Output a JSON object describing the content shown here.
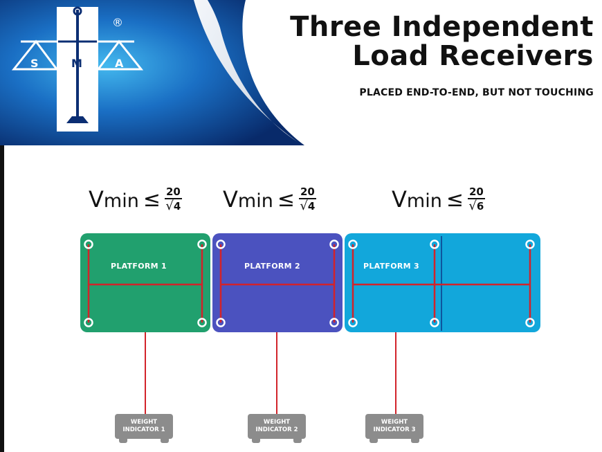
{
  "header": {
    "title_line1": "Three Independent",
    "title_line2": "Load Receivers",
    "subtitle": "PLACED END-TO-END, BUT NOT TOUCHING",
    "logo": {
      "letters": [
        "S",
        "M",
        "A"
      ],
      "registered_mark": "®",
      "colors": {
        "blue_dark": "#0b2e73",
        "blue_light": "#2f9fe0",
        "white": "#ffffff"
      }
    }
  },
  "formulas": [
    {
      "var": "V",
      "sub": "min",
      "op": "≤",
      "numerator": "20",
      "radical": "√",
      "radicand": "4"
    },
    {
      "var": "V",
      "sub": "min",
      "op": "≤",
      "numerator": "20",
      "radical": "√",
      "radicand": "4"
    },
    {
      "var": "V",
      "sub": "min",
      "op": "≤",
      "numerator": "20",
      "radical": "√",
      "radicand": "6"
    }
  ],
  "platforms": [
    {
      "label": "PLATFORM 1",
      "color": "#21a06e",
      "load_cells": 4
    },
    {
      "label": "PLATFORM 2",
      "color": "#4b52bf",
      "load_cells": 4
    },
    {
      "label": "PLATFORM 3",
      "color": "#12a7db",
      "load_cells": 6
    }
  ],
  "indicators": [
    {
      "line1": "WEIGHT",
      "line2": "INDICATOR 1"
    },
    {
      "line1": "WEIGHT",
      "line2": "INDICATOR 2"
    },
    {
      "line1": "WEIGHT",
      "line2": "INDICATOR 3"
    }
  ],
  "colors": {
    "wire": "#d2232a",
    "cell_ring": "#ffffff",
    "indicator": "#8c8c8c",
    "divider": "#0c3a8a"
  }
}
